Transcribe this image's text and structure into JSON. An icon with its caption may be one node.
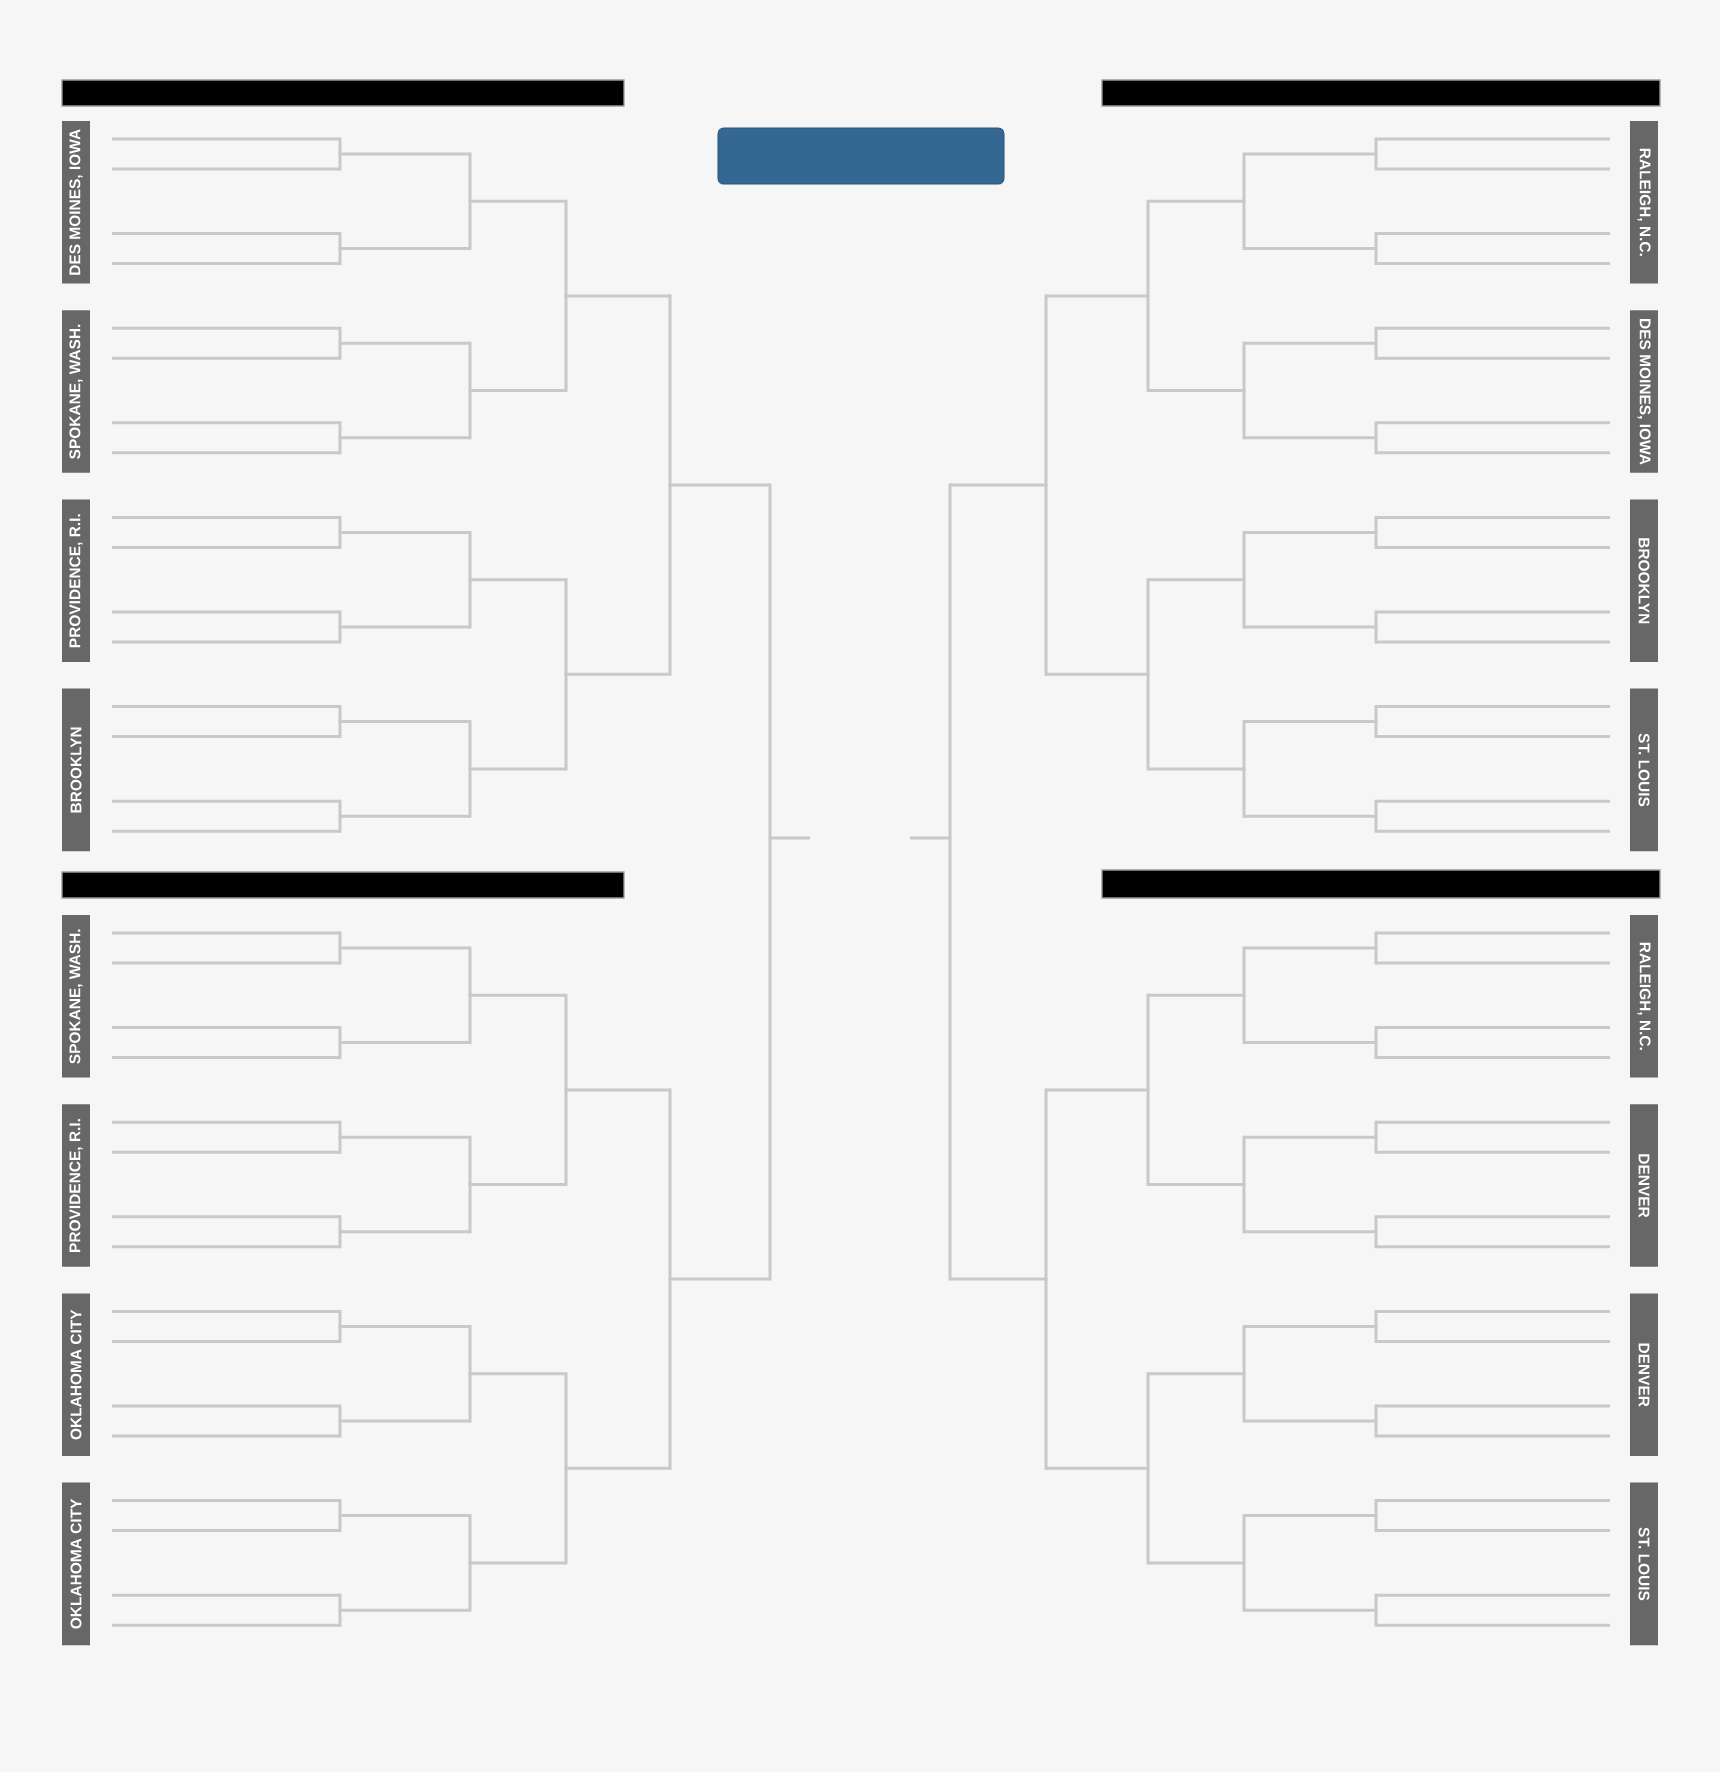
{
  "diagram": {
    "nodes": [
      {
        "text": [
          "DES MOINES, IOWA"
        ]
      },
      {
        "text": [
          "SPOKANE, WASH."
        ]
      },
      {
        "text": [
          "PROVIDENCE, R.I."
        ]
      },
      {
        "text": [
          "BROOKLYN"
        ]
      },
      {
        "text": [
          "SPOKANE, WASH."
        ]
      },
      {
        "text": [
          "PROVIDENCE, R.I."
        ]
      },
      {
        "text": [
          "OKLAHOMA CITY"
        ]
      },
      {
        "text": [
          "OKLAHOMA CITY"
        ]
      },
      {
        "text": [
          "RALEIGH, N.C."
        ]
      },
      {
        "text": [
          "DES MOINES, IOWA"
        ]
      },
      {
        "text": [
          "BROOKLYN"
        ]
      },
      {
        "text": [
          "ST. LOUIS"
        ]
      },
      {
        "text": [
          "RALEIGH, N.C."
        ]
      },
      {
        "text": [
          "DENVER"
        ]
      },
      {
        "text": [
          "DENVER"
        ]
      },
      {
        "text": [
          "ST. LOUIS"
        ]
      },
      {
        "text": [],
        "shape": "line"
      },
      {
        "text": [],
        "shape": "line"
      },
      {
        "text": [],
        "shape": "line"
      },
      {
        "text": [],
        "shape": "line"
      },
      {
        "text": [],
        "shape": "line"
      },
      {
        "text": [],
        "shape": "line"
      },
      {
        "text": [],
        "shape": "line"
      },
      {
        "text": [],
        "shape": "line"
      },
      {
        "text": [],
        "shape": "line"
      },
      {
        "text": [],
        "shape": "line"
      },
      {
        "text": [],
        "shape": "line"
      },
      {
        "text": [],
        "shape": "line"
      },
      {
        "text": [],
        "shape": "line"
      },
      {
        "text": [],
        "shape": "line"
      },
      {
        "text": [],
        "shape": "line"
      },
      {
        "text": [],
        "shape": "line"
      },
      {
        "text": [],
        "shape": "line"
      },
      {
        "text": [],
        "shape": "line"
      },
      {
        "text": [],
        "shape": "line"
      },
      {
        "text": [],
        "shape": "line"
      },
      {
        "text": [],
        "shape": "line"
      },
      {
        "text": [],
        "shape": "line"
      },
      {
        "text": [],
        "shape": "line"
      },
      {
        "text": [],
        "shape": "line"
      },
      {
        "text": [],
        "shape": "line"
      },
      {
        "text": [],
        "shape": "line"
      },
      {
        "text": [],
        "shape": "line"
      },
      {
        "text": [],
        "shape": "line"
      },
      {
        "text": [],
        "shape": "line"
      },
      {
        "text": [],
        "shape": "line"
      },
      {
        "text": [],
        "shape": "line"
      },
      {
        "text": [],
        "shape": "line"
      },
      {
        "text": [],
        "shape": "line"
      },
      {
        "text": [],
        "shape": "line"
      },
      {
        "text": [],
        "shape": "line"
      },
      {
        "text": [],
        "shape": "line"
      },
      {
        "text": [],
        "shape": "line"
      },
      {
        "text": [],
        "shape": "line"
      },
      {
        "text": [],
        "shape": "line"
      },
      {
        "text": [],
        "shape": "line"
      },
      {
        "text": [],
        "shape": "line"
      },
      {
        "text": [],
        "shape": "line"
      },
      {
        "text": [],
        "shape": "line"
      },
      {
        "text": [],
        "shape": "line"
      },
      {
        "text": [],
        "shape": "line"
      },
      {
        "text": [],
        "shape": "line"
      },
      {
        "text": [],
        "shape": "line"
      },
      {
        "text": [],
        "shape": "line"
      },
      {
        "text": [],
        "shape": "line"
      },
      {
        "text": [],
        "shape": "line"
      },
      {
        "text": [],
        "shape": "line"
      },
      {
        "text": [],
        "shape": "line"
      },
      {
        "text": [],
        "shape": "line"
      },
      {
        "text": [],
        "shape": "line"
      },
      {
        "text": [],
        "shape": "line"
      },
      {
        "text": [],
        "shape": "line"
      },
      {
        "text": [],
        "shape": "line"
      },
      {
        "text": [],
        "shape": "line"
      },
      {
        "text": [],
        "shape": "line"
      },
      {
        "text": [],
        "shape": "line"
      },
      {
        "text": [],
        "shape": "line"
      },
      {
        "text": [],
        "shape": "line"
      },
      {
        "text": [],
        "shape": "line"
      },
      {
        "text": [],
        "shape": "line"
      },
      {
        "text": [],
        "shape": "line"
      },
      {
        "text": [],
        "shape": "line"
      },
      {
        "text": [],
        "shape": "line"
      },
      {
        "text": [],
        "shape": "line"
      },
      {
        "text": [],
        "shape": "line"
      },
      {
        "text": [],
        "shape": "line"
      },
      {
        "text": [],
        "shape": "line"
      },
      {
        "text": [],
        "shape": "line"
      },
      {
        "text": [],
        "shape": "line"
      },
      {
        "text": [],
        "shape": "line"
      },
      {
        "text": [],
        "shape": "line"
      },
      {
        "text": [],
        "shape": "line"
      },
      {
        "text": [],
        "shape": "line"
      },
      {
        "text": [],
        "shape": "line"
      },
      {
        "text": [],
        "shape": "line"
      },
      {
        "text": [],
        "shape": "line"
      },
      {
        "text": [],
        "shape": "line"
      },
      {
        "text": [],
        "shape": "line"
      },
      {
        "text": [],
        "shape": "line"
      },
      {
        "text": [],
        "shape": "line"
      },
      {
        "text": [],
        "shape": "line"
      },
      {
        "text": [],
        "shape": "line"
      },
      {
        "text": [],
        "shape": "line"
      },
      {
        "text": [],
        "shape": "line"
      },
      {
        "text": [],
        "shape": "line"
      },
      {
        "text": [],
        "shape": "line"
      },
      {
        "text": [],
        "shape": "line"
      },
      {
        "text": [],
        "shape": "line"
      },
      {
        "text": [],
        "shape": "line"
      },
      {
        "text": [],
        "shape": "line"
      },
      {
        "text": [],
        "shape": "line"
      },
      {
        "text": [],
        "shape": "line"
      },
      {
        "text": [],
        "shape": "line"
      },
      {
        "text": [],
        "shape": "line"
      },
      {
        "text": [],
        "shape": "line"
      },
      {
        "text": [],
        "shape": "line"
      },
      {
        "text": [],
        "shape": "line"
      },
      {
        "text": [],
        "shape": "line"
      },
      {
        "text": [],
        "shape": "line"
      },
      {
        "text": [],
        "shape": "line"
      },
      {
        "text": [],
        "shape": "line"
      },
      {
        "text": [],
        "shape": "line"
      },
      {
        "text": [],
        "shape": "line"
      },
      {
        "text": [],
        "shape": "line"
      },
      {
        "text": [],
        "shape": "line"
      },
      {
        "text": [],
        "shape": "line"
      },
      {
        "text": [],
        "shape": "line"
      },
      {
        "text": [],
        "shape": "line"
      },
      {
        "text": [],
        "shape": "line"
      },
      {
        "text": [],
        "shape": "line"
      },
      {
        "text": [],
        "shape": "line"
      },
      {
        "text": [],
        "shape": "line"
      },
      {
        "text": [],
        "shape": "line"
      },
      {
        "text": [],
        "shape": "line"
      },
      {
        "text": [],
        "shape": "line"
      },
      {
        "text": [],
        "shape": "line"
      },
      {
        "text": [],
        "shape": "line"
      },
      {
        "text": [],
        "shape": "line"
      },
      {
        "text": [],
        "shape": "line"
      },
      {
        "text": [],
        "shape": "line"
      },
      {
        "text": [],
        "shape": "line"
      },
      {
        "text": [],
        "shape": "line"
      },
      {
        "text": [],
        "shape": "box"
      }
    ],
    "edges": [
      {
        "from": 16,
        "to": 32,
        "arrow": "none"
      },
      {
        "from": 17,
        "to": 32,
        "arrow": "none"
      },
      {
        "from": 18,
        "to": 33,
        "arrow": "none"
      },
      {
        "from": 19,
        "to": 33,
        "arrow": "none"
      },
      {
        "from": 20,
        "to": 34,
        "arrow": "none"
      },
      {
        "from": 21,
        "to": 34,
        "arrow": "none"
      },
      {
        "from": 22,
        "to": 35,
        "arrow": "none"
      },
      {
        "from": 23,
        "to": 35,
        "arrow": "none"
      },
      {
        "from": 24,
        "to": 36,
        "arrow": "none"
      },
      {
        "from": 25,
        "to": 36,
        "arrow": "none"
      },
      {
        "from": 26,
        "to": 37,
        "arrow": "none"
      },
      {
        "from": 27,
        "to": 37,
        "arrow": "none"
      },
      {
        "from": 28,
        "to": 38,
        "arrow": "none"
      },
      {
        "from": 29,
        "to": 38,
        "arrow": "none"
      },
      {
        "from": 30,
        "to": 39,
        "arrow": "none"
      },
      {
        "from": 31,
        "to": 39,
        "arrow": "none"
      },
      {
        "from": 32,
        "to": 40,
        "arrow": "none"
      },
      {
        "from": 33,
        "to": 40,
        "arrow": "none"
      },
      {
        "from": 34,
        "to": 41,
        "arrow": "none"
      },
      {
        "from": 35,
        "to": 41,
        "arrow": "none"
      },
      {
        "from": 36,
        "to": 42,
        "arrow": "none"
      },
      {
        "from": 37,
        "to": 42,
        "arrow": "none"
      },
      {
        "from": 38,
        "to": 43,
        "arrow": "none"
      },
      {
        "from": 39,
        "to": 43,
        "arrow": "none"
      },
      {
        "from": 40,
        "to": 44,
        "arrow": "none"
      },
      {
        "from": 41,
        "to": 44,
        "arrow": "none"
      },
      {
        "from": 42,
        "to": 45,
        "arrow": "none"
      },
      {
        "from": 43,
        "to": 45,
        "arrow": "none"
      },
      {
        "from": 44,
        "to": 46,
        "arrow": "none"
      },
      {
        "from": 45,
        "to": 46,
        "arrow": "none"
      },
      {
        "from": 47,
        "to": 63,
        "arrow": "none"
      },
      {
        "from": 48,
        "to": 63,
        "arrow": "none"
      },
      {
        "from": 49,
        "to": 64,
        "arrow": "none"
      },
      {
        "from": 50,
        "to": 64,
        "arrow": "none"
      },
      {
        "from": 51,
        "to": 65,
        "arrow": "none"
      },
      {
        "from": 52,
        "to": 65,
        "arrow": "none"
      },
      {
        "from": 53,
        "to": 66,
        "arrow": "none"
      },
      {
        "from": 54,
        "to": 66,
        "arrow": "none"
      },
      {
        "from": 55,
        "to": 67,
        "arrow": "none"
      },
      {
        "from": 56,
        "to": 67,
        "arrow": "none"
      },
      {
        "from": 57,
        "to": 68,
        "arrow": "none"
      },
      {
        "from": 58,
        "to": 68,
        "arrow": "none"
      },
      {
        "from": 59,
        "to": 69,
        "arrow": "none"
      },
      {
        "from": 60,
        "to": 69,
        "arrow": "none"
      },
      {
        "from": 61,
        "to": 70,
        "arrow": "none"
      },
      {
        "from": 62,
        "to": 70,
        "arrow": "none"
      },
      {
        "from": 63,
        "to": 71,
        "arrow": "none"
      },
      {
        "from": 64,
        "to": 71,
        "arrow": "none"
      },
      {
        "from": 65,
        "to": 72,
        "arrow": "none"
      },
      {
        "from": 66,
        "to": 72,
        "arrow": "none"
      },
      {
        "from": 67,
        "to": 73,
        "arrow": "none"
      },
      {
        "from": 68,
        "to": 73,
        "arrow": "none"
      },
      {
        "from": 69,
        "to": 74,
        "arrow": "none"
      },
      {
        "from": 70,
        "to": 74,
        "arrow": "none"
      },
      {
        "from": 71,
        "to": 75,
        "arrow": "none"
      },
      {
        "from": 72,
        "to": 75,
        "arrow": "none"
      },
      {
        "from": 73,
        "to": 76,
        "arrow": "none"
      },
      {
        "from": 74,
        "to": 76,
        "arrow": "none"
      },
      {
        "from": 75,
        "to": 77,
        "arrow": "none"
      },
      {
        "from": 76,
        "to": 77,
        "arrow": "none"
      },
      {
        "from": 78,
        "to": 94,
        "arrow": "none"
      },
      {
        "from": 79,
        "to": 94,
        "arrow": "none"
      },
      {
        "from": 80,
        "to": 95,
        "arrow": "none"
      },
      {
        "from": 81,
        "to": 95,
        "arrow": "none"
      },
      {
        "from": 82,
        "to": 96,
        "arrow": "none"
      },
      {
        "from": 83,
        "to": 96,
        "arrow": "none"
      },
      {
        "from": 84,
        "to": 97,
        "arrow": "none"
      },
      {
        "from": 85,
        "to": 97,
        "arrow": "none"
      },
      {
        "from": 86,
        "to": 98,
        "arrow": "none"
      },
      {
        "from": 87,
        "to": 98,
        "arrow": "none"
      },
      {
        "from": 88,
        "to": 99,
        "arrow": "none"
      },
      {
        "from": 89,
        "to": 99,
        "arrow": "none"
      },
      {
        "from": 90,
        "to": 100,
        "arrow": "none"
      },
      {
        "from": 91,
        "to": 100,
        "arrow": "none"
      },
      {
        "from": 92,
        "to": 101,
        "arrow": "none"
      },
      {
        "from": 93,
        "to": 101,
        "arrow": "none"
      },
      {
        "from": 94,
        "to": 102,
        "arrow": "none"
      },
      {
        "from": 95,
        "to": 102,
        "arrow": "none"
      },
      {
        "from": 96,
        "to": 103,
        "arrow": "none"
      },
      {
        "from": 97,
        "to": 103,
        "arrow": "none"
      },
      {
        "from": 98,
        "to": 104,
        "arrow": "none"
      },
      {
        "from": 99,
        "to": 104,
        "arrow": "none"
      },
      {
        "from": 100,
        "to": 105,
        "arrow": "none"
      },
      {
        "from": 101,
        "to": 105,
        "arrow": "none"
      },
      {
        "from": 102,
        "to": 106,
        "arrow": "none"
      },
      {
        "from": 103,
        "to": 106,
        "arrow": "none"
      },
      {
        "from": 104,
        "to": 107,
        "arrow": "none"
      },
      {
        "from": 105,
        "to": 107,
        "arrow": "none"
      },
      {
        "from": 106,
        "to": 108,
        "arrow": "none"
      },
      {
        "from": 107,
        "to": 108,
        "arrow": "none"
      },
      {
        "from": 109,
        "to": 125,
        "arrow": "none"
      },
      {
        "from": 110,
        "to": 125,
        "arrow": "none"
      },
      {
        "from": 111,
        "to": 126,
        "arrow": "none"
      },
      {
        "from": 112,
        "to": 126,
        "arrow": "none"
      },
      {
        "from": 113,
        "to": 127,
        "arrow": "none"
      },
      {
        "from": 114,
        "to": 127,
        "arrow": "none"
      },
      {
        "from": 115,
        "to": 128,
        "arrow": "none"
      },
      {
        "from": 116,
        "to": 128,
        "arrow": "none"
      },
      {
        "from": 117,
        "to": 129,
        "arrow": "none"
      },
      {
        "from": 118,
        "to": 129,
        "arrow": "none"
      },
      {
        "from": 119,
        "to": 130,
        "arrow": "none"
      },
      {
        "from": 120,
        "to": 130,
        "arrow": "none"
      },
      {
        "from": 121,
        "to": 131,
        "arrow": "none"
      },
      {
        "from": 122,
        "to": 131,
        "arrow": "none"
      },
      {
        "from": 123,
        "to": 132,
        "arrow": "none"
      },
      {
        "from": 124,
        "to": 132,
        "arrow": "none"
      },
      {
        "from": 125,
        "to": 133,
        "arrow": "none"
      },
      {
        "from": 126,
        "to": 133,
        "arrow": "none"
      },
      {
        "from": 127,
        "to": 134,
        "arrow": "none"
      },
      {
        "from": 128,
        "to": 134,
        "arrow": "none"
      },
      {
        "from": 129,
        "to": 135,
        "arrow": "none"
      },
      {
        "from": 130,
        "to": 135,
        "arrow": "none"
      },
      {
        "from": 131,
        "to": 136,
        "arrow": "none"
      },
      {
        "from": 132,
        "to": 136,
        "arrow": "none"
      },
      {
        "from": 133,
        "to": 137,
        "arrow": "none"
      },
      {
        "from": 134,
        "to": 137,
        "arrow": "none"
      },
      {
        "from": 135,
        "to": 138,
        "arrow": "none"
      },
      {
        "from": 136,
        "to": 138,
        "arrow": "none"
      },
      {
        "from": 137,
        "to": 139,
        "arrow": "none"
      },
      {
        "from": 138,
        "to": 139,
        "arrow": "none"
      },
      {
        "from": 46,
        "to": 140,
        "arrow": "none"
      },
      {
        "from": 77,
        "to": 140,
        "arrow": "none"
      },
      {
        "from": 108,
        "to": 141,
        "arrow": "none"
      },
      {
        "from": 139,
        "to": 141,
        "arrow": "none"
      }
    ]
  }
}
